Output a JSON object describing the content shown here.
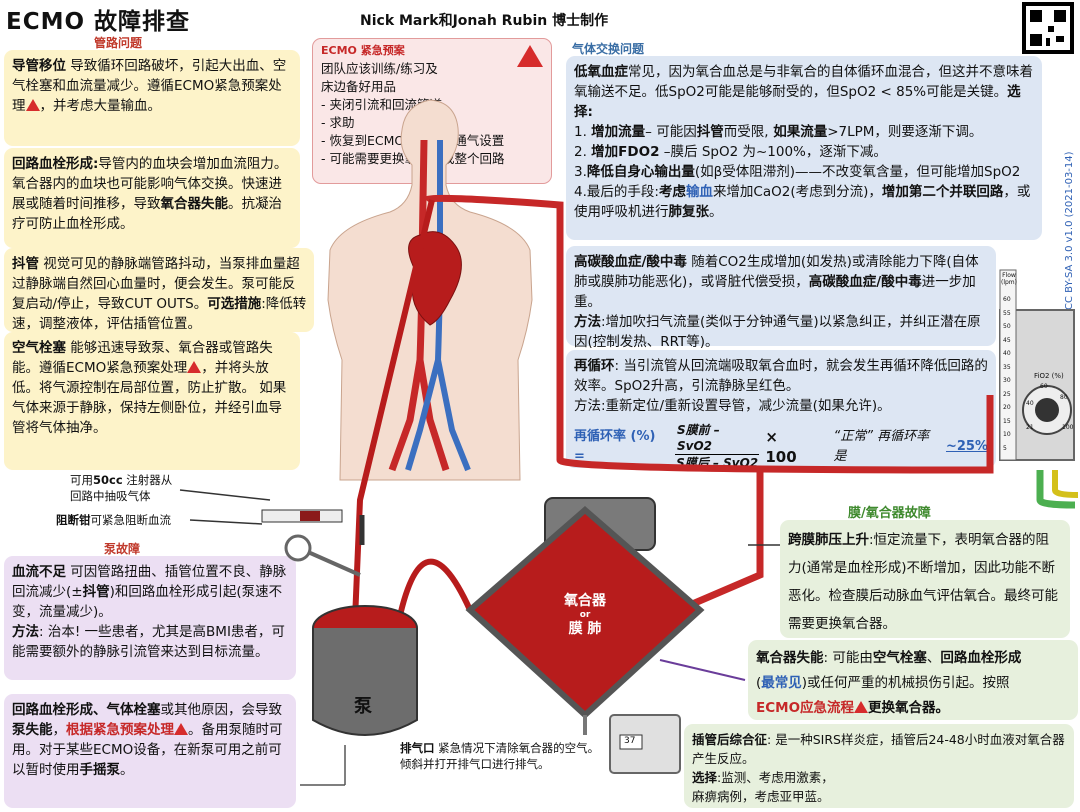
{
  "title": "ECMO 故障排查",
  "author": "Nick Mark和Jonah Rubin 博士制作",
  "license": "CC BY-SA 3.0 v1.0 (2021-03-14)",
  "sections": {
    "tube": "管路问题",
    "gas": "气体交换问题",
    "pump": "泵故障",
    "oxy": "膜/氧合器故障"
  },
  "left": {
    "b1_head": "导管移位",
    "b1_text": " 导致循环回路破坏，引起大出血、空气栓塞和血流量减少。遵循ECMO紧急预案处理",
    "b1_tail": "，并考虑大量输血。",
    "b2_head": "回路血栓形成:",
    "b2_text": "导管内的血块会增加血流阻力。氧合器内的血块也可能影响气体交换。快速进展或随着时间推移，导致",
    "b2_bold": "氧合器失能",
    "b2_tail": "。抗凝治疗可防止血栓形成。",
    "b3_head": "抖管",
    "b3_text": " 视觉可见的静脉端管路抖动，当泵排血量超过静脉端自然回心血量时，便会发生。泵可能反复启动/停止，导致CUT OUTS。",
    "b3_bold": "可选措施",
    "b3_tail": ":降低转速，调整液体，评估插管位置。",
    "b4_head": "空气栓塞",
    "b4_text": " 能够迅速导致泵、氧合器或管路失能。遵循ECMO紧急预案处理",
    "b4_tail": "，并将头放低。将气源控制在局部位置，防止扩散。 如果气体来源于静脉，保持左侧卧位，并经引血导管将气体抽净。"
  },
  "emergency": {
    "title": "ECMO 紧急预案",
    "l1": "团队应该训练/练习及",
    "l2": "床边备好用品",
    "l3": "- 夹闭引流和回流管道",
    "l4": "- 求助",
    "l5": "- 恢复到ECMO前的机械通气设置",
    "l6": "- 可能需要更换氧合器或整个回路"
  },
  "gas": {
    "hypox_head": "低氧血症",
    "hypox_text": "常见，因为氧合血总是与非氧合的自体循环血混合，但这并不意味着氧输送不足。低SpO2可能是能够耐受的，但SpO2 < 85%可能是关键。",
    "choose": "选择:",
    "o1": "1. ",
    "o1b": "增加流量",
    "o1t": "– 可能因",
    "o1b2": "抖管",
    "o1t2": "而受限,",
    "o1b3": " 如果流量",
    "o1t3": ">7LPM，则要逐渐下调。",
    "o2": "2. ",
    "o2b": "增加FDO2",
    "o2t": " –膜后 SpO2 为~100%，逐渐下减。",
    "o3": "3.",
    "o3b": "降低自身心输出量",
    "o3t": "(如β受体阻滞剂)——不改变氧含量，但可能增加SpO2",
    "o4": "4.最后的手段:",
    "o4b": "考虑",
    "o4blue": "输血",
    "o4t": "来增加CaO2(考虑到分流)，",
    "o4b2": "增加第二个并联回路",
    "o4t2": "，或使用呼吸机进行",
    "o4b3": "肺复张",
    "o4t3": "。",
    "hyper_head": "高碳酸血症/酸中毒",
    "hyper_text": " 随着CO2生成增加(如发热)或清除能力下降(自体肺或膜肺功能恶化)，或肾脏代偿受损，",
    "hyper_bold": "高碳酸血症/酸中毒",
    "hyper_tail": "进一步加重。",
    "hyper_m": "方法",
    "hyper_mt": ":增加吹扫气流量(类似于分钟通气量)以紧急纠正，并纠正潜在原因(控制发热、RRT等)。",
    "recirc_head": "再循环",
    "recirc_text": ":  当引流管从回流端吸取氧合血时，就会发生再循环降低回路的效率。SpO2升高，引流静脉呈红色。",
    "recirc_m": "方法:重新定位/重新设置导管，减少流量(如果允许)。",
    "rate_label": "再循环率 (%) =",
    "rate_num": "S膜前 – SvO2",
    "rate_den": "S膜后 – SvO2",
    "rate_x": "× 100",
    "normal": "“正常” 再循环率是",
    "normal_val": "~25%"
  },
  "oxy": {
    "tmp_head": "跨膜肺压上升",
    "tmp_text": ":恒定流量下，表明氧合器的阻力(通常是血栓形成)不断增加，因此功能不断恶化。检查膜后动脉血气评估氧合。最终可能需要更换氧合器。",
    "fail_head": "氧合器失能",
    "fail_text": ":  可能由",
    "fail_b1": "空气栓塞",
    "fail_c": "、",
    "fail_b2": "回路血栓形成",
    "fail_p1": "(",
    "fail_blue": "最常见",
    "fail_p2": ")或任何严重的机械损伤引起。按照",
    "fail_red": "ECMO应急流程",
    "fail_tail": "更换氧合器。",
    "post_head": "插管后综合征",
    "post_text": ": 是一种SIRS样炎症，插管后24-48小时血液对氧合器产生反应。",
    "post_sel": "选择",
    "post_sel_t": ":监测、考虑用激素，",
    "post_tail": "麻痹病例，考虑亚甲蓝。"
  },
  "pump": {
    "flow_head": "血流不足",
    "flow_text": " 可因管路扭曲、插管位置不良、静脉回流减少(±",
    "flow_b": "抖管",
    "flow_tail": ")和回路血栓形成引起(泵速不变，流量减少)。",
    "flow_m": "方法",
    "flow_mt": ": 治本! 一些患者，尤其是高BMI患者，可能需要额外的静脉引流管来达到目标流量。",
    "fail_b1": "回路血栓形成、气体栓塞",
    "fail_t1": "或其他原因，会导致",
    "fail_b2": "泵失能",
    "fail_t2": "，",
    "fail_red": "根据紧急预案处理",
    "fail_tail": "。备用泵随时可用。对于某些ECMO设备，在新泵可用之前可以暂时使用",
    "fail_b3": "手摇泵",
    "fail_end": "。"
  },
  "diagram": {
    "syringe_note1": "可用",
    "syringe_b": "50cc",
    "syringe_note2": " 注射器从",
    "syringe_note3": "回路中抽吸气体",
    "clamp_b": "阻断钳",
    "clamp_t": "可紧急阻断血流",
    "oxy_l1": "氧合器",
    "oxy_or": "or",
    "oxy_l2": "膜    肺",
    "pump_label": "泵",
    "vent_b": "排气口",
    "vent_t": " 紧急情况下清除氧合器的空气。倾斜并打开排气口进行排气。",
    "monitor_val": "37",
    "flow_label": "Flow (lpm)",
    "fio2_label": "FiO2 (%)",
    "gauge_ticks": [
      "21",
      "40",
      "60",
      "80",
      "100"
    ],
    "flow_ticks": [
      "60",
      "55",
      "50",
      "45",
      "40",
      "35",
      "30",
      "25",
      "20",
      "15",
      "10",
      "5"
    ]
  },
  "colors": {
    "blood": "#b71c1c",
    "vein": "#3b6fc0",
    "warn": "#d62c2c"
  }
}
